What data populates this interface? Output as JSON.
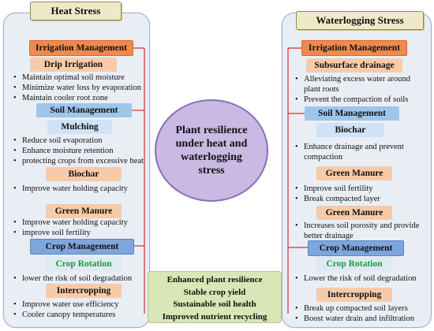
{
  "left": {
    "title": "Heat Stress",
    "irrigation": "Irrigation Management",
    "drip": "Drip Irrigation",
    "drip_items": [
      "Maintain optimal soil moisture",
      "Minimize water loss by evaporation",
      "Maintain cooler root zone"
    ],
    "soil": "Soil Management",
    "mulching": "Mulching",
    "mulching_items": [
      "Reduce soil evaporation",
      "Enhance moisture retention",
      "protecting crops from excessive heat"
    ],
    "biochar": "Biochar",
    "biochar_items": [
      "Improve water holding capacity"
    ],
    "green_manure": "Green Manure",
    "green_manure_items": [
      "Improve water holding capacity",
      "improve soil fertility"
    ],
    "crop": "Crop Management",
    "rotation": "Crop Rotation",
    "rotation_items": [
      "lower the risk of soil degradation"
    ],
    "intercropping": "Intercropping",
    "intercropping_items": [
      "Improve water use efficiency",
      "Cooler canopy temperatures"
    ]
  },
  "right": {
    "title": "Waterlogging Stress",
    "irrigation": "Irrigation Management",
    "subsurface": "Subsurface drainage",
    "subsurface_items": [
      "Alleviating excess water around plant roots",
      "Prevent the compaction of soils"
    ],
    "soil": "Soil Management",
    "biochar": "Biochar",
    "biochar_items": [
      "Enhance drainage and prevent compaction"
    ],
    "green_manure_1": "Green Manure",
    "green_manure_1_items": [
      "Improve soil fertility",
      "Break compacted layer"
    ],
    "green_manure_2": "Green Manure",
    "green_manure_2_items": [
      "Increases soil porosity and provide better drainage"
    ],
    "crop": "Crop Management",
    "rotation": "Crop Rotation",
    "rotation_items": [
      "Lower the risk of soil degradation"
    ],
    "intercropping": "Intercropping",
    "intercropping_items": [
      "Break up compacted soil layers",
      "Boost water drain and infiltration"
    ]
  },
  "center": {
    "text": "Plant resilience under heat and waterlogging stress"
  },
  "outcomes": [
    "Enhanced plant resilience",
    "Stable crop yield",
    "Sustainable soil health",
    "Improved nutrient recycling"
  ],
  "colors": {
    "connector": "#d03030",
    "irrigation": "#f08a4b",
    "crop": "#7fa6dc",
    "rotation_text": "#1a9a3a"
  }
}
